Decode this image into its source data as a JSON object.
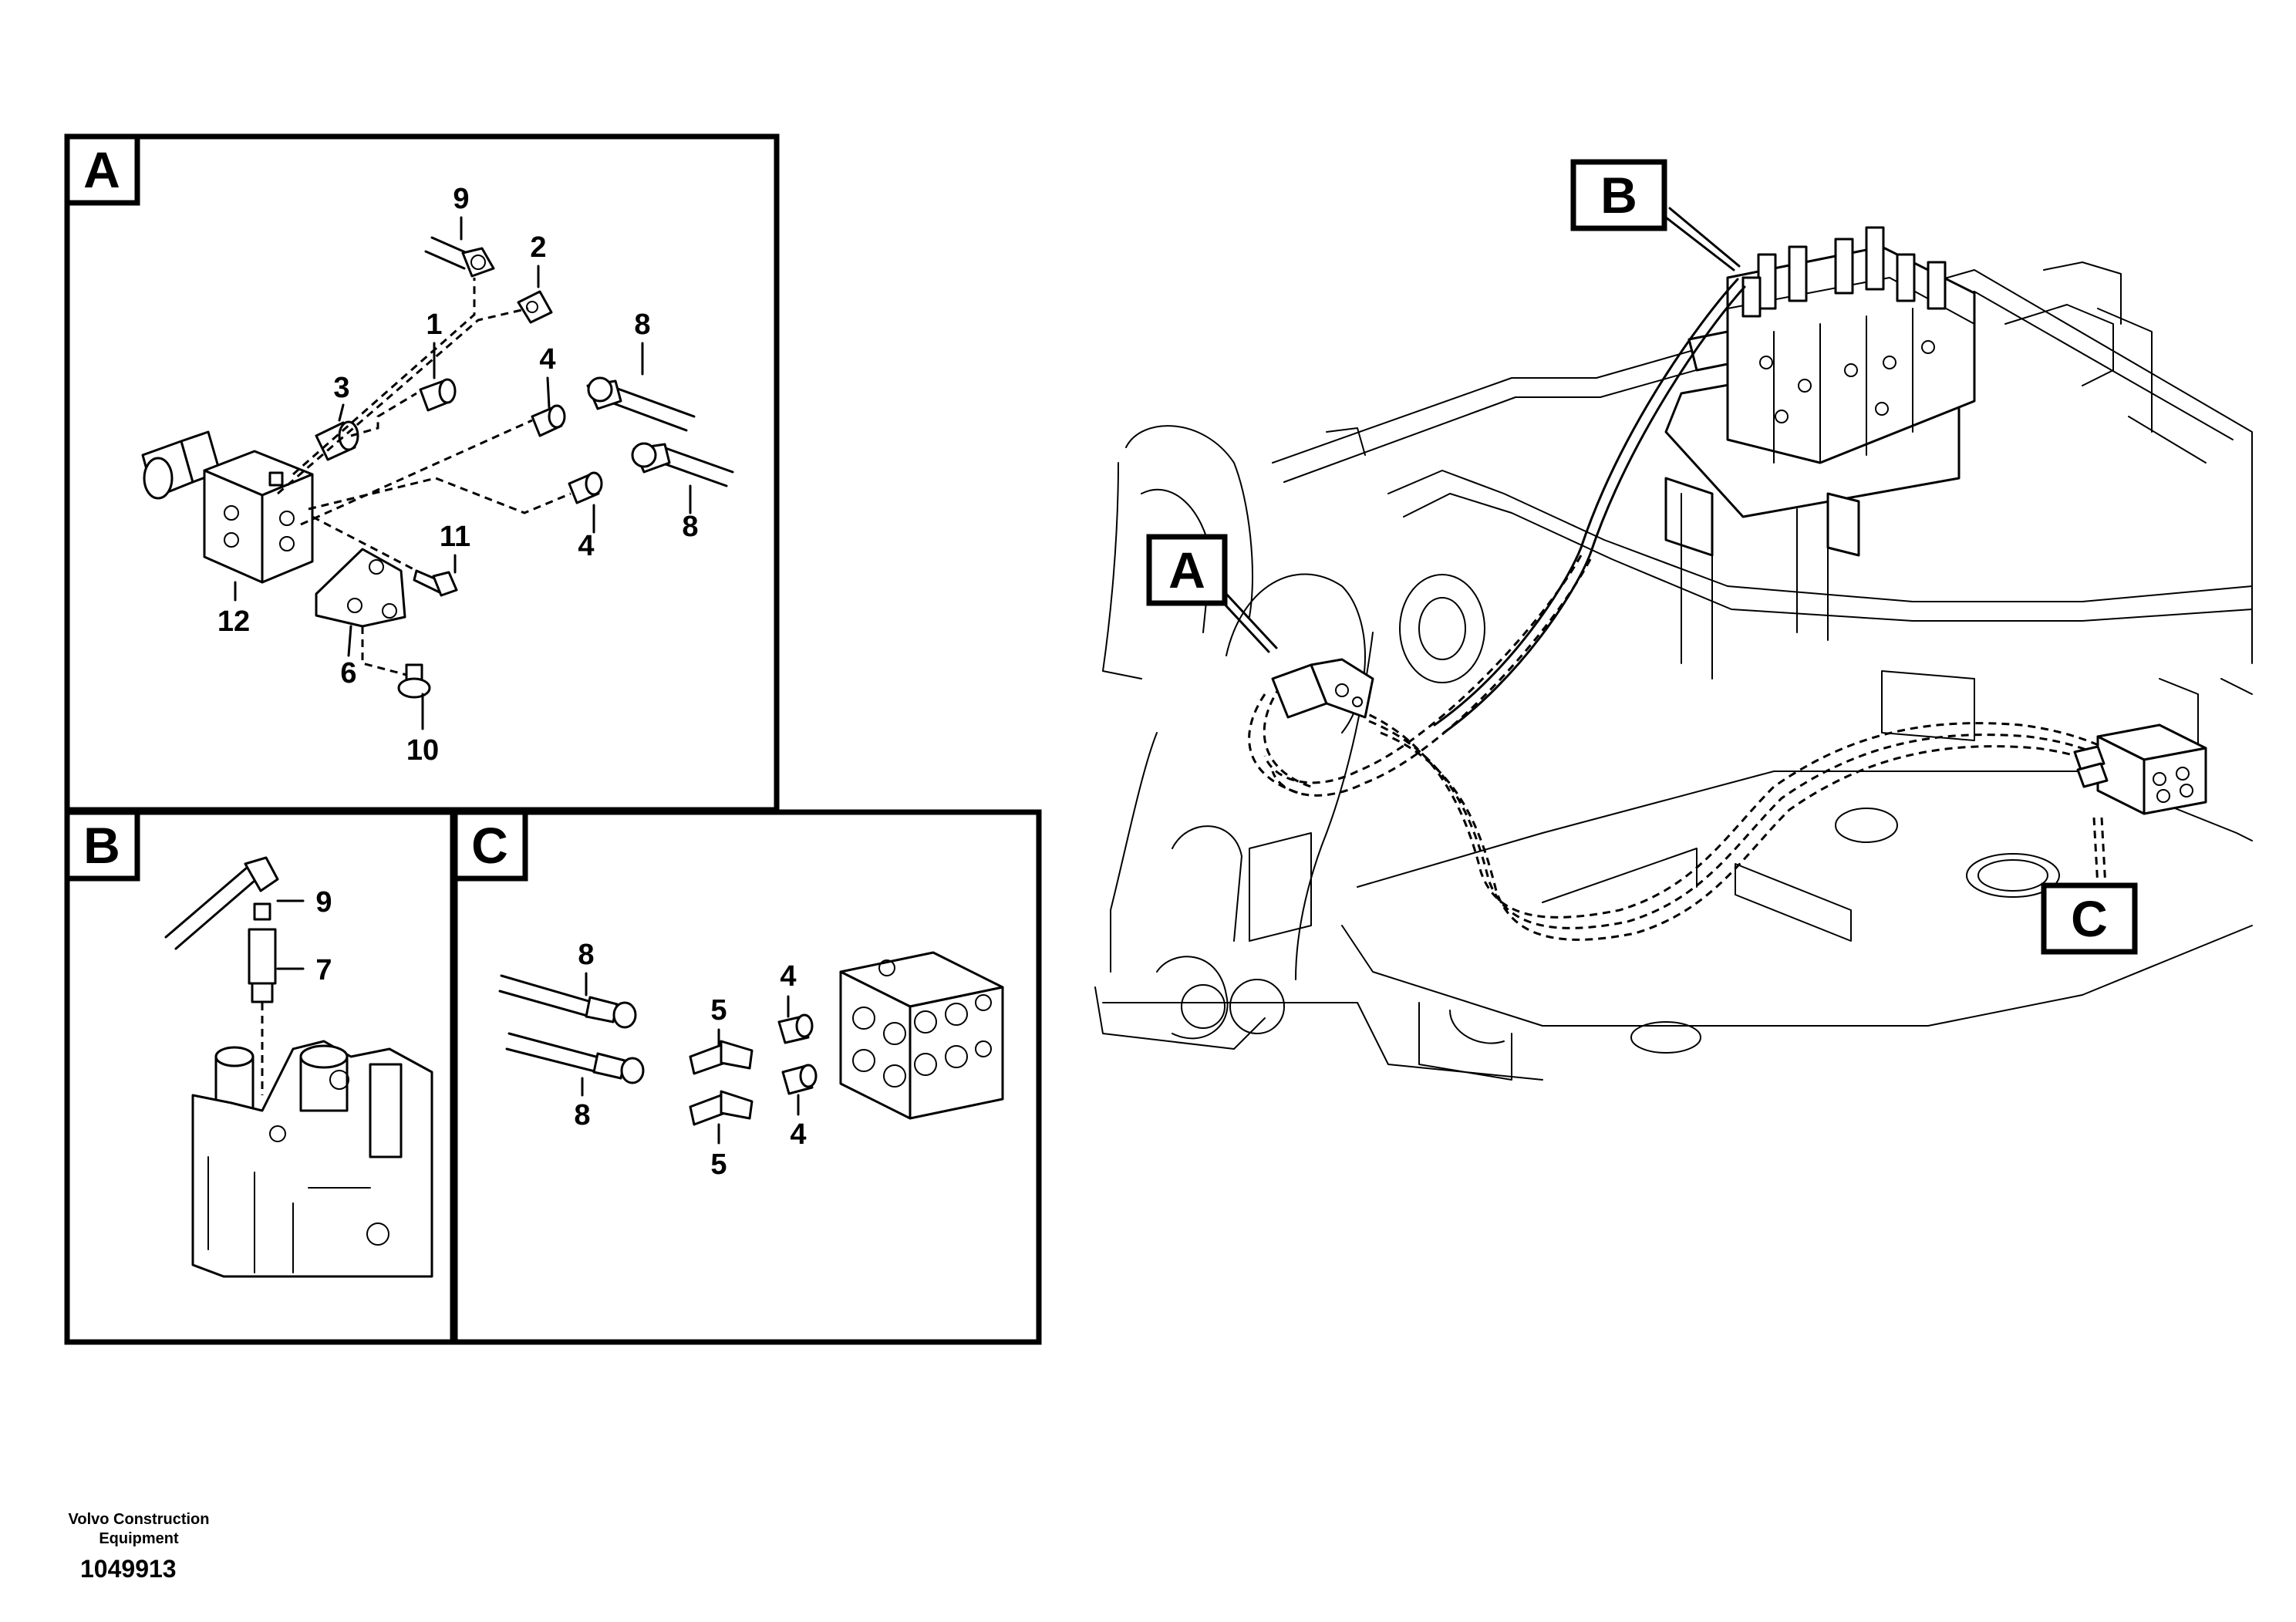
{
  "panels": {
    "A": {
      "label": "A",
      "callouts": [
        "9",
        "2",
        "1",
        "3",
        "4",
        "8",
        "8",
        "4",
        "11",
        "12",
        "6",
        "10"
      ]
    },
    "B": {
      "label": "B",
      "callouts": [
        "9",
        "7"
      ]
    },
    "C": {
      "label": "C",
      "callouts": [
        "8",
        "8",
        "5",
        "5",
        "4",
        "4"
      ]
    }
  },
  "overview_tags": [
    "B",
    "A",
    "C"
  ],
  "footer": {
    "company": "Volvo Construction Equipment",
    "document_number": "1049913"
  }
}
